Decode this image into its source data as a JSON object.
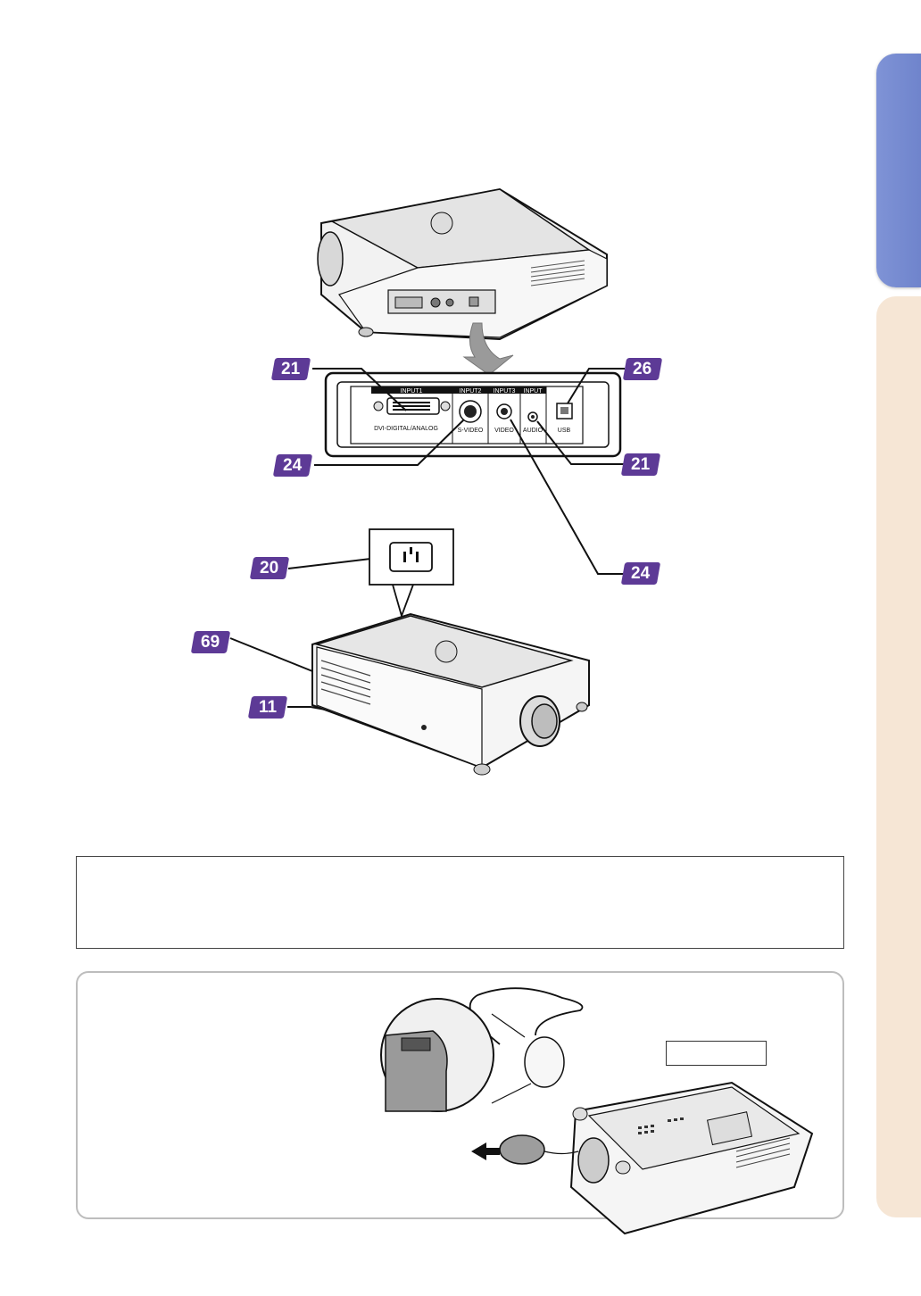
{
  "callouts": {
    "dvi_input": "21",
    "usb": "26",
    "s_video": "24",
    "audio": "21",
    "video": "24",
    "ac_socket": "20",
    "exhaust_vent": "69",
    "kensington": "11"
  },
  "panel_labels": {
    "input1_header": "INPUT1",
    "input2_header": "INPUT2",
    "input3_header": "INPUT3",
    "input_header": "INPUT",
    "dvi": "DVI-DIGITAL/ANALOG",
    "s_video": "S-VIDEO",
    "video": "VIDEO",
    "audio": "AUDIO",
    "usb": "USB"
  },
  "colors": {
    "badge": "#5d3a96",
    "side_tab_top": "#7a8fd3",
    "side_tab_bottom": "#f6e6d5"
  }
}
